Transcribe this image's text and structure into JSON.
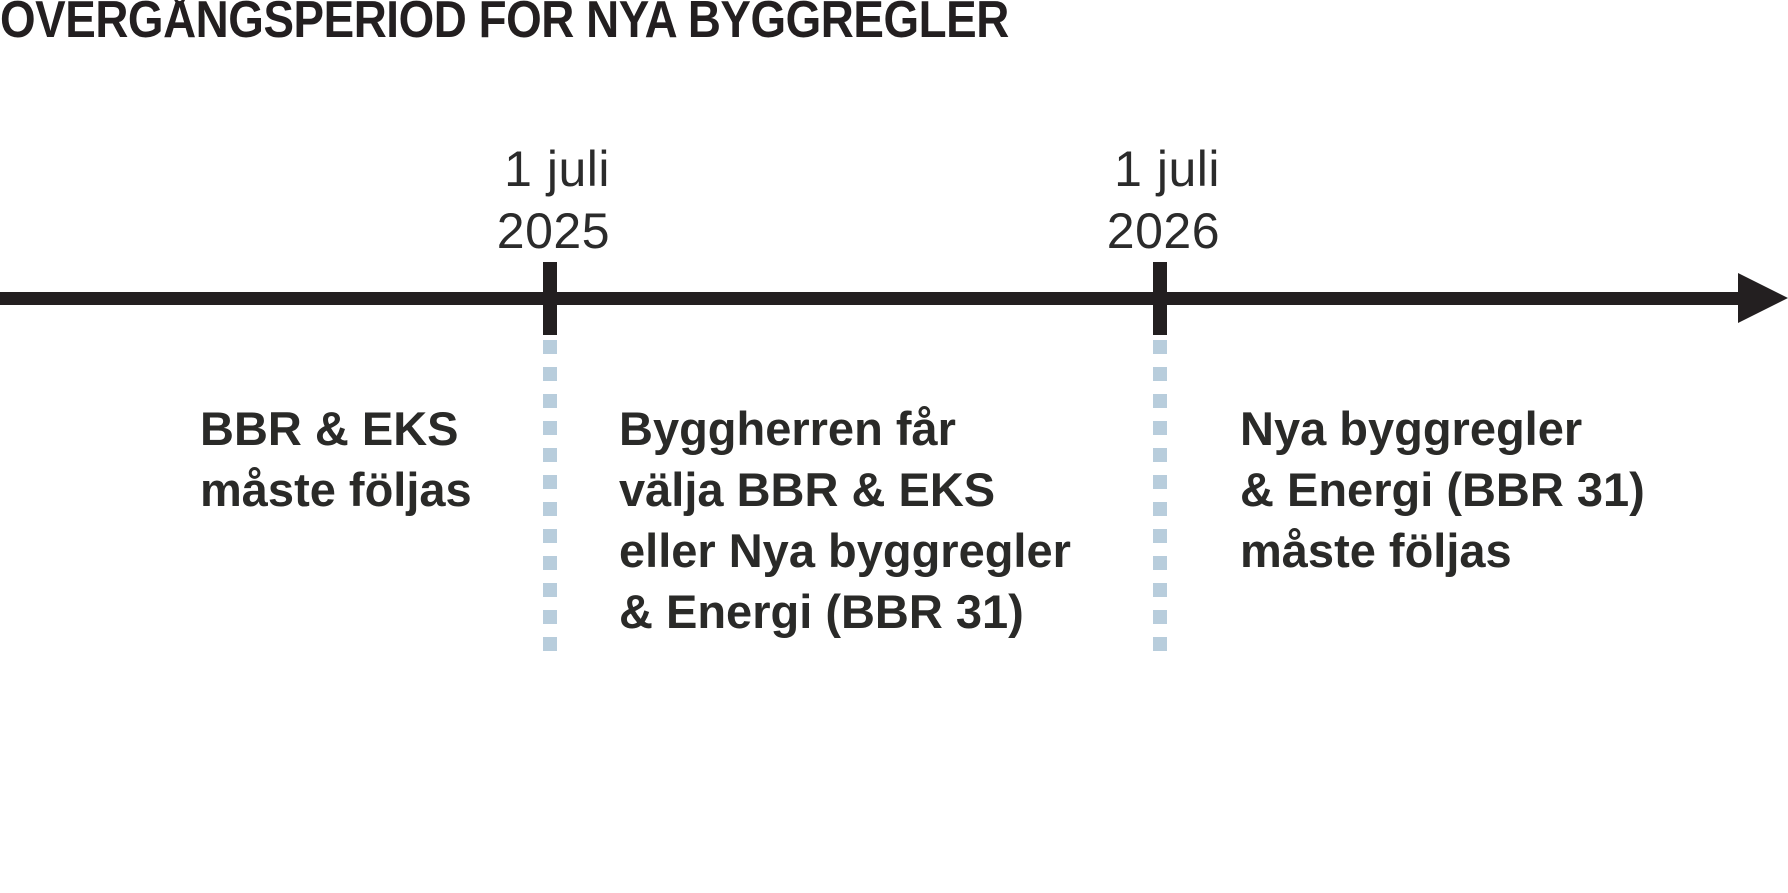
{
  "title": "ÖVERGÅNGSPERIOD FÖR NYA BYGGREGLER",
  "colors": {
    "axis": "#231f20",
    "text": "#2a2a28",
    "date_text": "#2b2b2b",
    "dotted_divider": "#b8cddc",
    "background": "#ffffff"
  },
  "timeline": {
    "milestones": [
      {
        "day": "1 juli",
        "year": "2025"
      },
      {
        "day": "1 juli",
        "year": "2026"
      }
    ],
    "periods": [
      {
        "id": "before",
        "lines": [
          "BBR & EKS",
          "måste följas"
        ]
      },
      {
        "id": "transition",
        "lines": [
          "Byggherren får",
          "välja BBR & EKS",
          "eller Nya byggregler",
          "& Energi (BBR 31)"
        ]
      },
      {
        "id": "after",
        "lines": [
          "Nya byggregler",
          "& Energi (BBR 31)",
          "måste följas"
        ]
      }
    ]
  }
}
